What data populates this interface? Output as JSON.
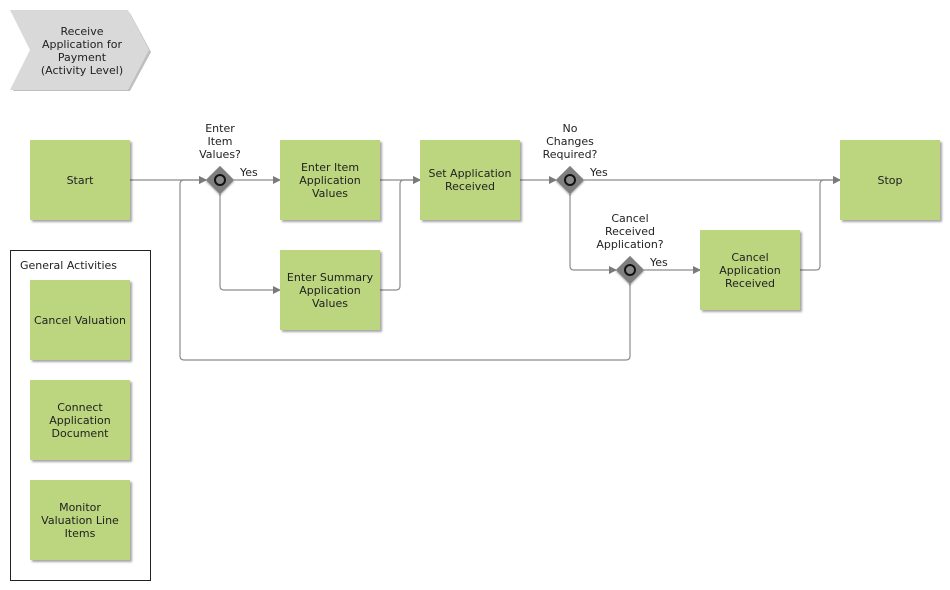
{
  "header": {
    "title": "Receive\nApplication for\nPayment\n(Activity Level)"
  },
  "activities": {
    "start": "Start",
    "enter_item": "Enter Item Application Values",
    "enter_summary": "Enter Summary Application Values",
    "set_received": "Set Application Received",
    "cancel_received": "Cancel Application Received",
    "stop": "Stop"
  },
  "gateways": {
    "enter_item_values": "Enter\nItem\nValues?",
    "no_changes": "No\nChanges\nRequired?",
    "cancel_received": "Cancel\nReceived\nApplication?"
  },
  "edge_labels": {
    "yes_1": "Yes",
    "yes_2": "Yes",
    "yes_3": "Yes"
  },
  "general_activities": {
    "title": "General Activities",
    "items": [
      "Cancel Valuation",
      "Connect Application Document",
      "Monitor Valuation Line Items"
    ]
  },
  "colors": {
    "activity": "#bcd57f",
    "gateway": "#7f7f7f",
    "connector": "#8c8c8c",
    "header": "#d9d9d9"
  }
}
